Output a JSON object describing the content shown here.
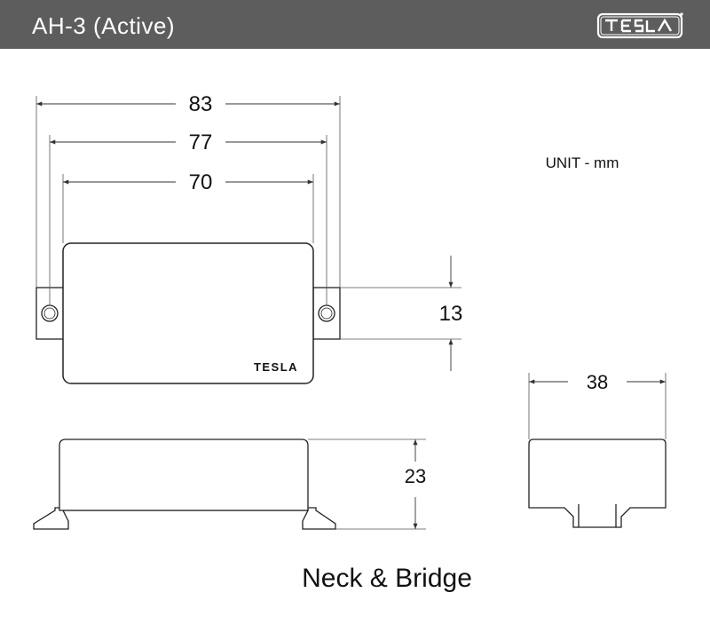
{
  "header": {
    "title": "AH-3 (Active)",
    "logo_text": "TESLA"
  },
  "unit_label": "UNIT - mm",
  "dimensions": {
    "overall_length": "83",
    "mount_span": "77",
    "body_length": "70",
    "width": "13",
    "height": "23",
    "depth": "38"
  },
  "cover_logo_text": "TESLA",
  "caption": "Neck & Bridge",
  "colors": {
    "header_bg": "#5d5d5d",
    "header_text": "#ffffff",
    "line": "#222222",
    "dim_line": "#444444"
  }
}
